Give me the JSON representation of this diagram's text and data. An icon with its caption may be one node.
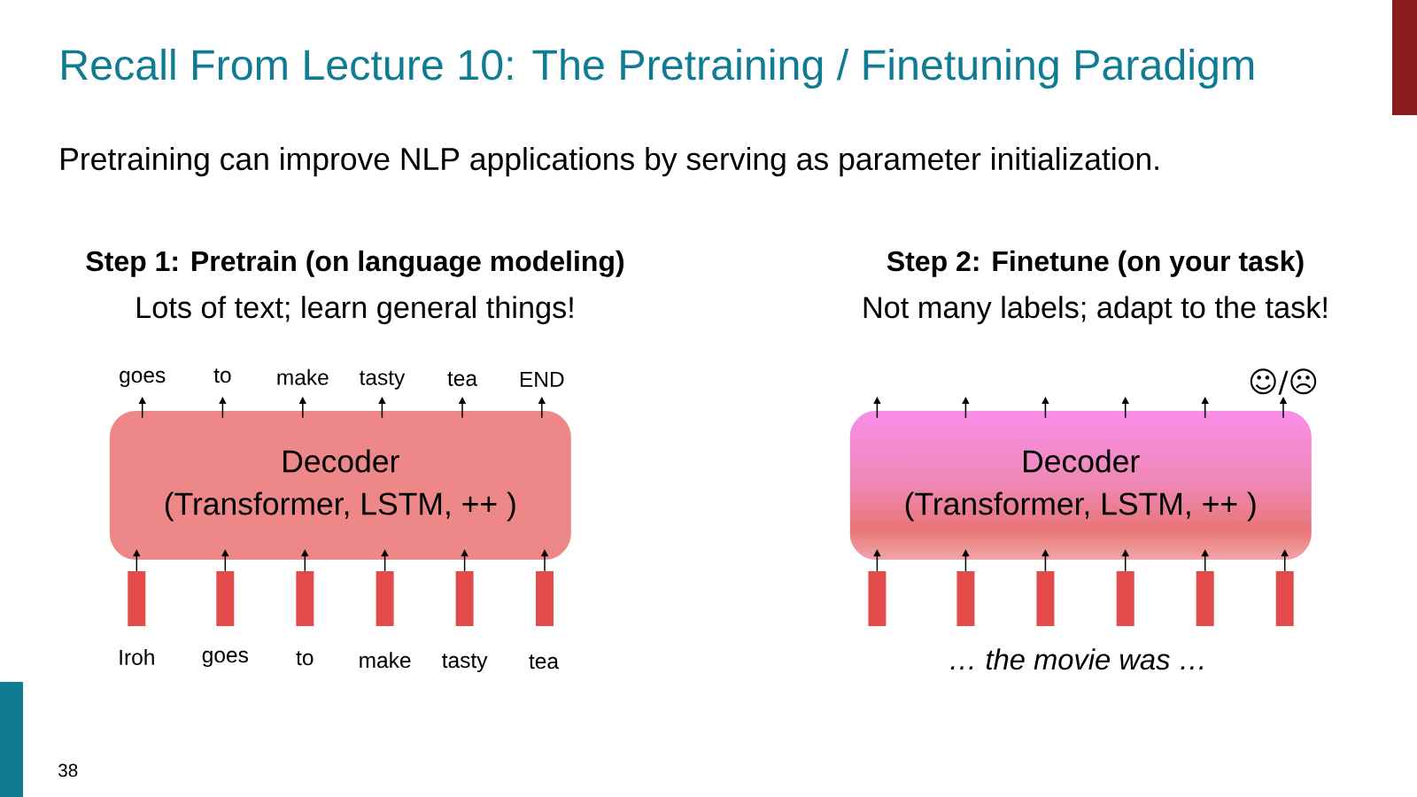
{
  "diagram": {
    "title": "Recall From Lecture 10: The Pretraining / Finetuning Paradigm",
    "nodes": [
      {
        "text": [
          "goes"
        ]
      },
      {
        "text": [
          "to"
        ]
      },
      {
        "text": [
          "make"
        ]
      },
      {
        "text": [
          "tasty"
        ]
      },
      {
        "text": [
          "tea"
        ]
      },
      {
        "text": [
          "END"
        ]
      },
      {
        "text": [
          "☺/☹"
        ]
      },
      {
        "text": [
          "Decoder",
          "(Transformer, LSTM, ++ )"
        ]
      },
      {
        "text": [
          "Decoder",
          "(Transformer, LSTM, ++ )"
        ]
      },
      {
        "text": [],
        "shape": "bar",
        "beside": [
          "Iroh"
        ]
      },
      {
        "text": [],
        "shape": "bar",
        "beside": [
          "goes"
        ]
      },
      {
        "text": [],
        "shape": "bar",
        "beside": [
          "to"
        ]
      },
      {
        "text": [],
        "shape": "bar",
        "beside": [
          "make"
        ]
      },
      {
        "text": [],
        "shape": "bar",
        "beside": [
          "tasty"
        ]
      },
      {
        "text": [],
        "shape": "bar",
        "beside": [
          "tea"
        ]
      },
      {
        "text": [],
        "shape": "bar"
      },
      {
        "text": [],
        "shape": "bar"
      },
      {
        "text": [],
        "shape": "bar"
      },
      {
        "text": [],
        "shape": "bar"
      },
      {
        "text": [],
        "shape": "bar"
      },
      {
        "text": [],
        "shape": "bar"
      }
    ],
    "edges": [
      {
        "from": 7,
        "to": 0,
        "arrow": "to"
      },
      {
        "from": 7,
        "to": 1,
        "arrow": "to"
      },
      {
        "from": 7,
        "to": 2,
        "arrow": "to"
      },
      {
        "from": 7,
        "to": 3,
        "arrow": "to"
      },
      {
        "from": 7,
        "to": 4,
        "arrow": "to"
      },
      {
        "from": 7,
        "to": 5,
        "arrow": "to"
      },
      {
        "from": 8,
        "to": null,
        "arrow": "to"
      },
      {
        "from": 8,
        "to": null,
        "arrow": "to"
      },
      {
        "from": 8,
        "to": null,
        "arrow": "to"
      },
      {
        "from": 8,
        "to": null,
        "arrow": "to"
      },
      {
        "from": 8,
        "to": null,
        "arrow": "to"
      },
      {
        "from": 8,
        "to": 6,
        "arrow": "to"
      },
      {
        "from": 9,
        "to": 7,
        "arrow": "to"
      },
      {
        "from": 10,
        "to": 7,
        "arrow": "to"
      },
      {
        "from": 11,
        "to": 7,
        "arrow": "to"
      },
      {
        "from": 12,
        "to": 7,
        "arrow": "to"
      },
      {
        "from": 13,
        "to": 7,
        "arrow": "to"
      },
      {
        "from": 14,
        "to": 7,
        "arrow": "to"
      },
      {
        "from": 15,
        "to": 8,
        "arrow": "to"
      },
      {
        "from": 16,
        "to": 8,
        "arrow": "to"
      },
      {
        "from": 17,
        "to": 8,
        "arrow": "to"
      },
      {
        "from": 18,
        "to": 8,
        "arrow": "to"
      },
      {
        "from": 19,
        "to": 8,
        "arrow": "to"
      },
      {
        "from": 20,
        "to": 8,
        "arrow": "to"
      }
    ],
    "labels": [
      "Pretraining can improve NLP applications by serving as parameter initialization.",
      "Step 1: Pretrain (on language modeling)",
      "Step 2: Finetune (on your task)",
      "Lots of text; learn general things!",
      "Not many labels; adapt to the task!",
      "… the movie was …",
      "38"
    ]
  }
}
